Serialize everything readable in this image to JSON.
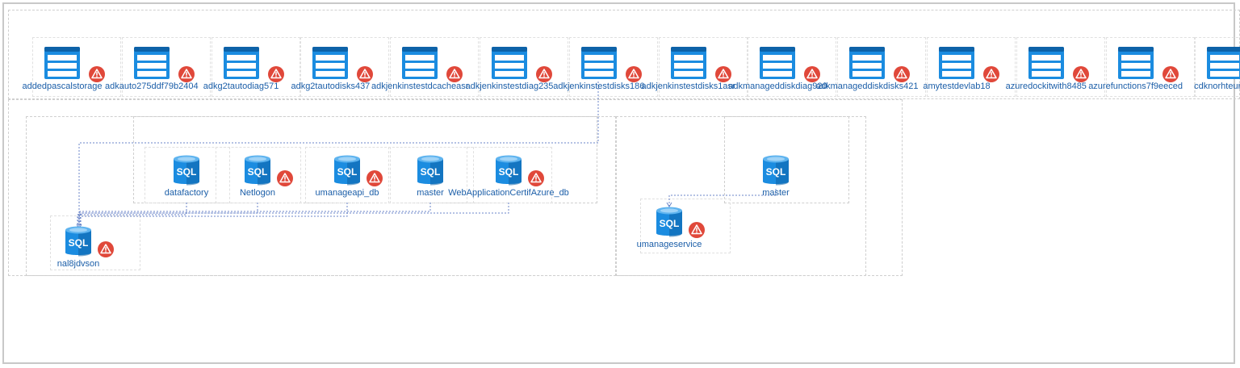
{
  "storage_accounts": [
    {
      "name": "addedpascalstorage",
      "warning": true
    },
    {
      "name": "adkauto275ddf79b2404",
      "warning": true
    },
    {
      "name": "adkg2tautodiag571",
      "warning": true
    },
    {
      "name": "adkg2tautodisks437",
      "warning": true
    },
    {
      "name": "adkjenkinstestdcacheasr",
      "warning": true
    },
    {
      "name": "adkjenkinstestdiag235",
      "warning": true
    },
    {
      "name": "adkjenkinstestdisks186",
      "warning": true
    },
    {
      "name": "adkjenkinstestdisks1asr",
      "warning": true
    },
    {
      "name": "adkmanageddiskdiag920",
      "warning": true
    },
    {
      "name": "adkmanageddiskdisks421",
      "warning": true
    },
    {
      "name": "amytestdevlab18",
      "warning": true
    },
    {
      "name": "azuredockitwith8485",
      "warning": true
    },
    {
      "name": "azurefunctions7f9eeced",
      "warning": true
    },
    {
      "name": "cdknorhteurope",
      "warning": false
    }
  ],
  "server_group_1": {
    "databases": [
      {
        "name": "datafactory",
        "warning": false
      },
      {
        "name": "Netlogon",
        "warning": true
      },
      {
        "name": "umanageapi_db",
        "warning": true
      },
      {
        "name": "master",
        "warning": false
      },
      {
        "name": "WebApplicationCertifAzure_db",
        "warning": true
      }
    ],
    "server": {
      "name": "nal8jdvson",
      "warning": true
    }
  },
  "server_group_2": {
    "databases": [
      {
        "name": "master",
        "warning": false
      }
    ],
    "server": {
      "name": "umanageservice",
      "warning": true
    }
  },
  "icon_text": "SQL",
  "colors": {
    "link": "#6b86c9",
    "icon_blue": "#1b8ce0",
    "icon_dark": "#0d62a8",
    "warning_red": "#e0483a",
    "label": "#1b5ea8"
  }
}
